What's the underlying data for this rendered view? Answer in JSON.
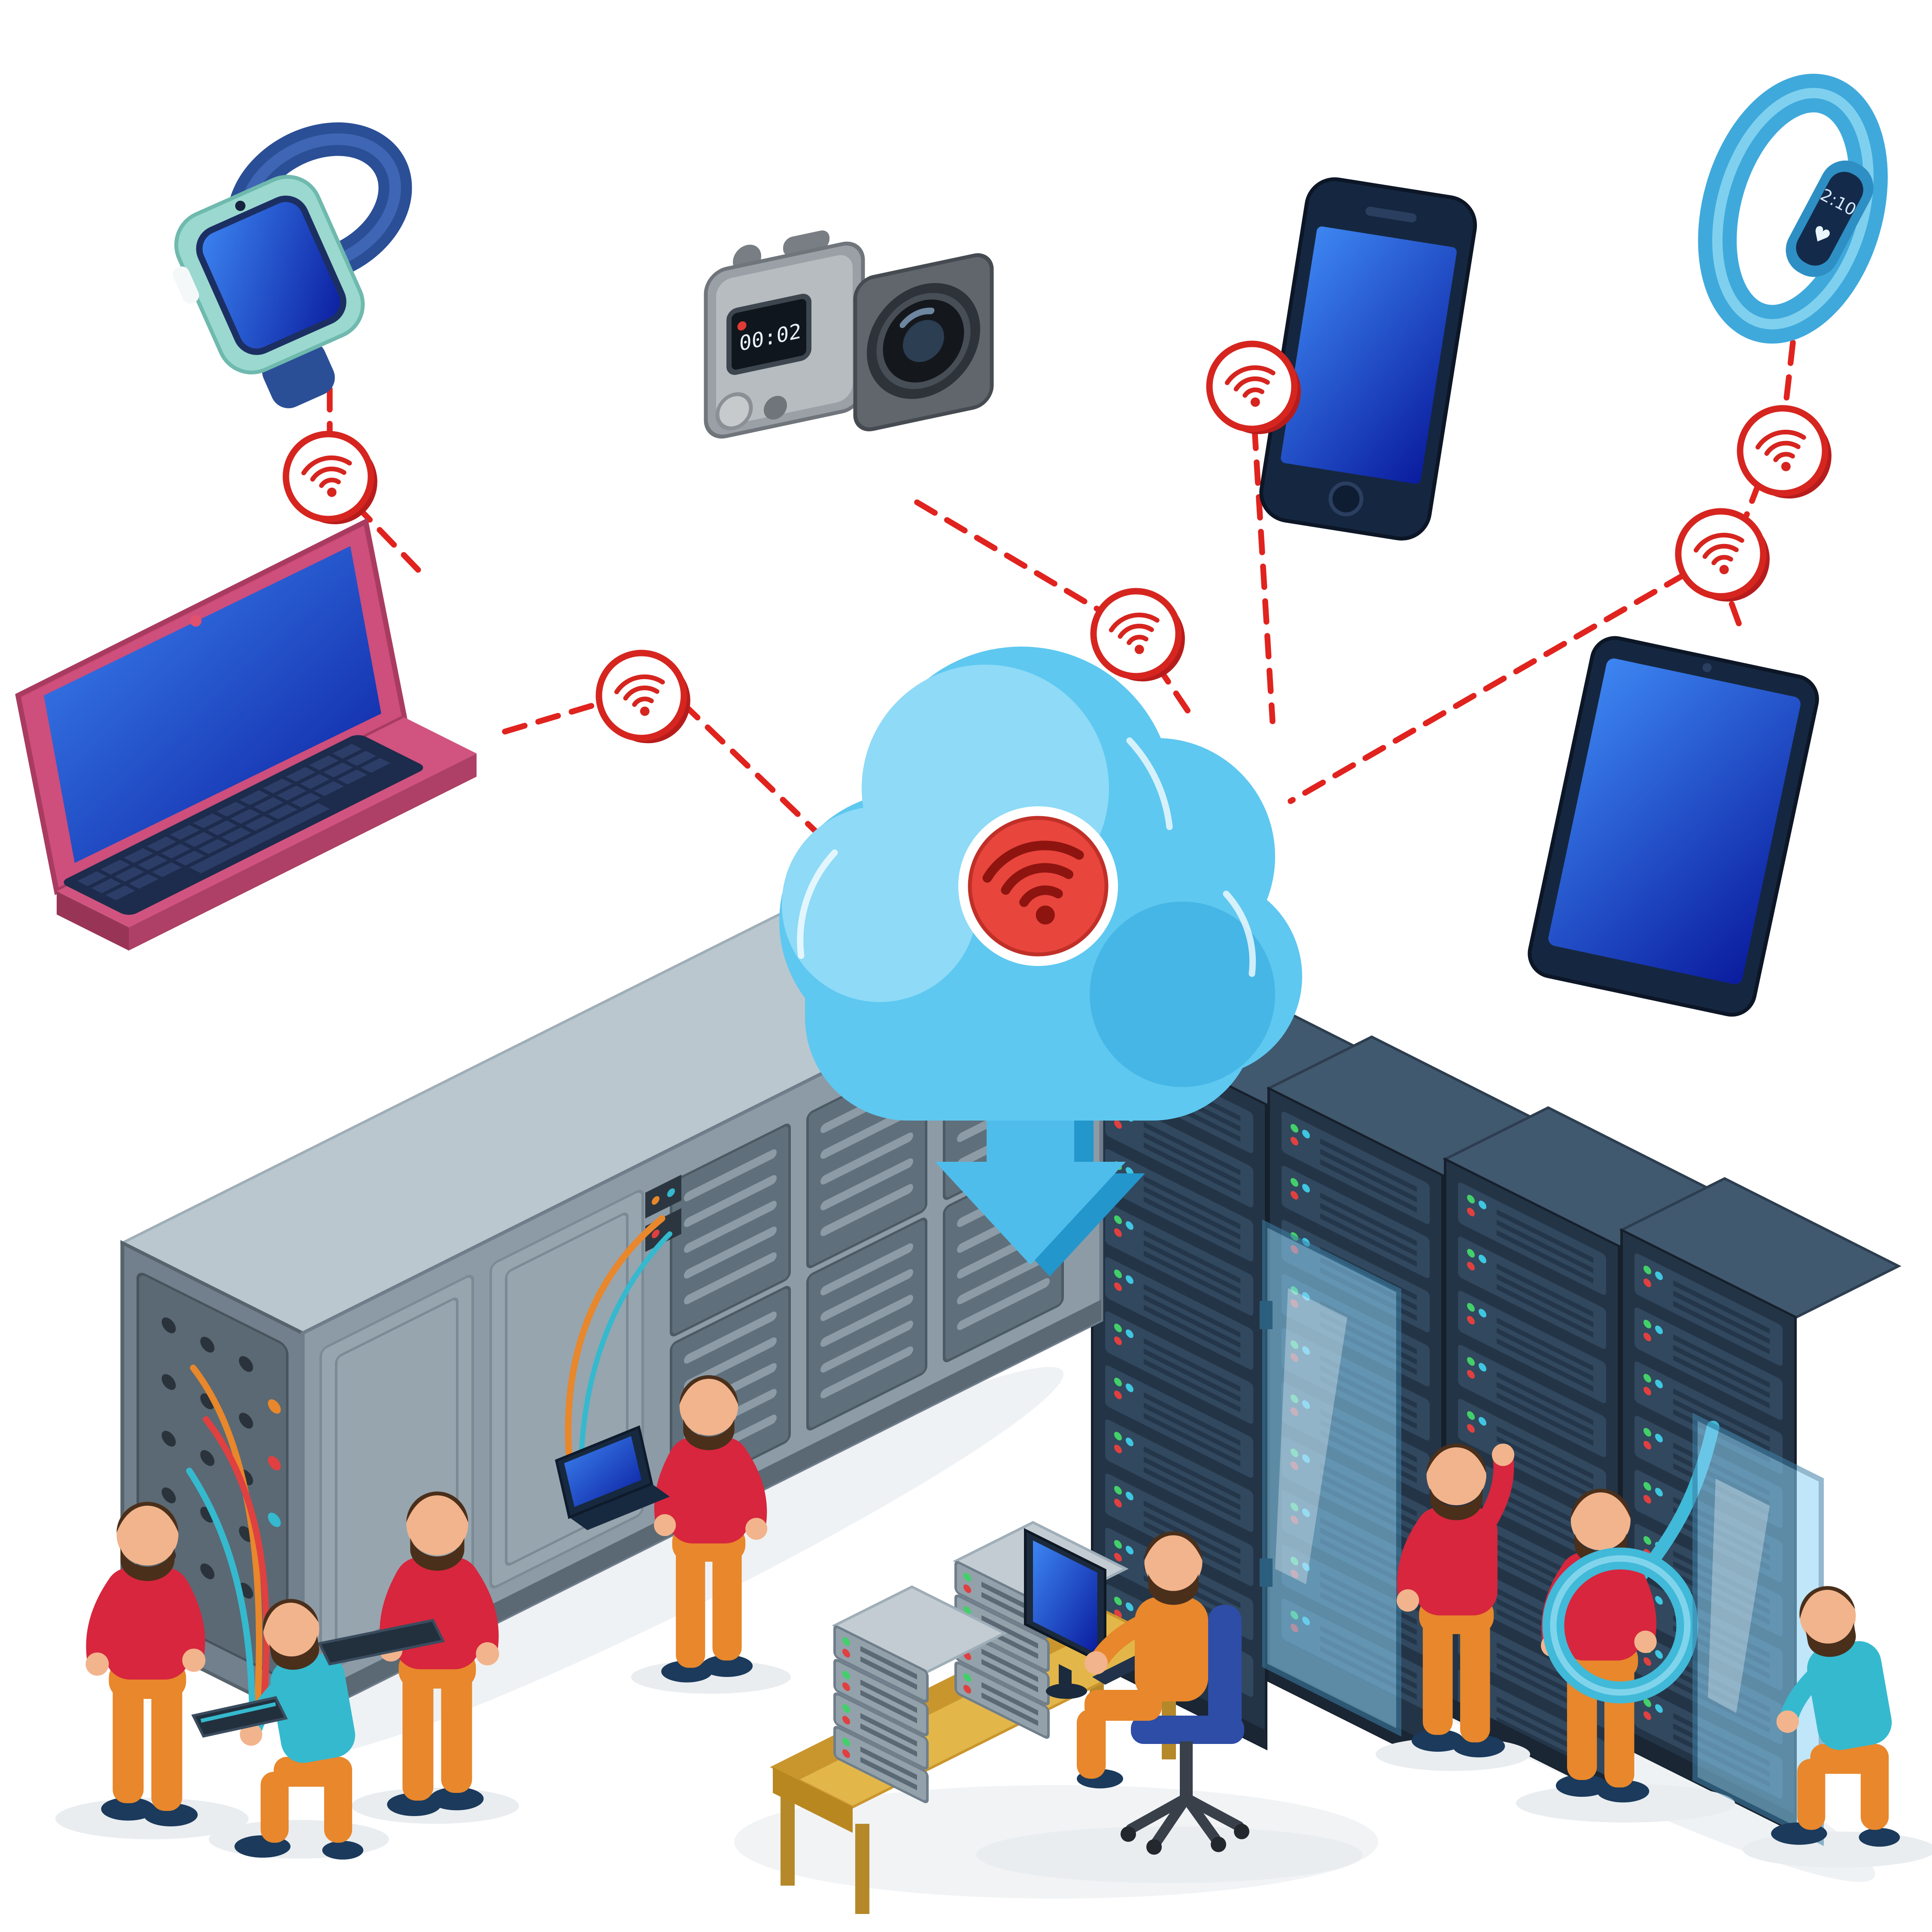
{
  "scene": {
    "type": "isometric-illustration",
    "subject": "Wireless devices syncing through a wifi cloud down into a datacenter server room staffed by technicians"
  },
  "colors": {
    "background": "#FFFFFF",
    "wifi_red": "#D6251F",
    "dash_red": "#E0231E",
    "cloud_blue": "#5EC8F0",
    "cloud_highlight": "#8EDAF7",
    "cloud_shade": "#46B6E6",
    "badge_red": "#E8453C",
    "badge_glyph": "#8E1410",
    "screen_light": "#3D86F2",
    "screen_dark": "#0A1C9E",
    "laptop_pink": "#CE4E7C",
    "rack_gray": "#8C9BA6",
    "rack_top": "#BBC7CF",
    "cabinet_navy": "#243447",
    "desk_yellow": "#E3B64A",
    "shirt_red": "#D7263D",
    "shirt_cyan": "#35B9CE",
    "shirt_orange": "#E8872B",
    "glass_blue": "#8CD2F5"
  },
  "devices": {
    "smartwatch": {
      "label": "smartwatch"
    },
    "action_camera": {
      "label": "action camera",
      "display": "00:02"
    },
    "smartphone": {
      "label": "smartphone"
    },
    "fitness_band": {
      "label": "fitness band",
      "display": "2:10"
    },
    "laptop": {
      "label": "laptop"
    },
    "tablet": {
      "label": "tablet"
    }
  },
  "cloud": {
    "label": "wifi cloud"
  },
  "icons": {
    "wifi": "wifi-icon",
    "heart": "♥",
    "download_arrow": "down-arrow-icon"
  }
}
